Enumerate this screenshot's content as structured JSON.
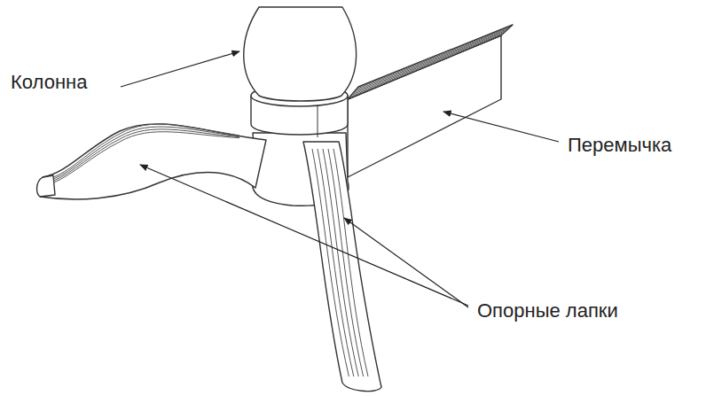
{
  "diagram": {
    "labels": [
      "Колонна",
      "Перемычка",
      "Опорные лапки"
    ]
  }
}
